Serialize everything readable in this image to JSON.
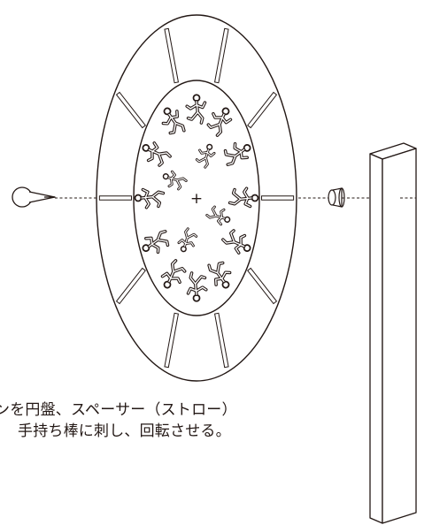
{
  "caption": {
    "line1": "ンを円盤、スペーサー（ストロー）",
    "line2": "手持ち棒に刺し、回転させる。"
  },
  "diagram": {
    "center_mark": "+",
    "slot_count": 10,
    "figure_count": 16,
    "stroke_color": "#231815",
    "background_color": "#ffffff"
  }
}
